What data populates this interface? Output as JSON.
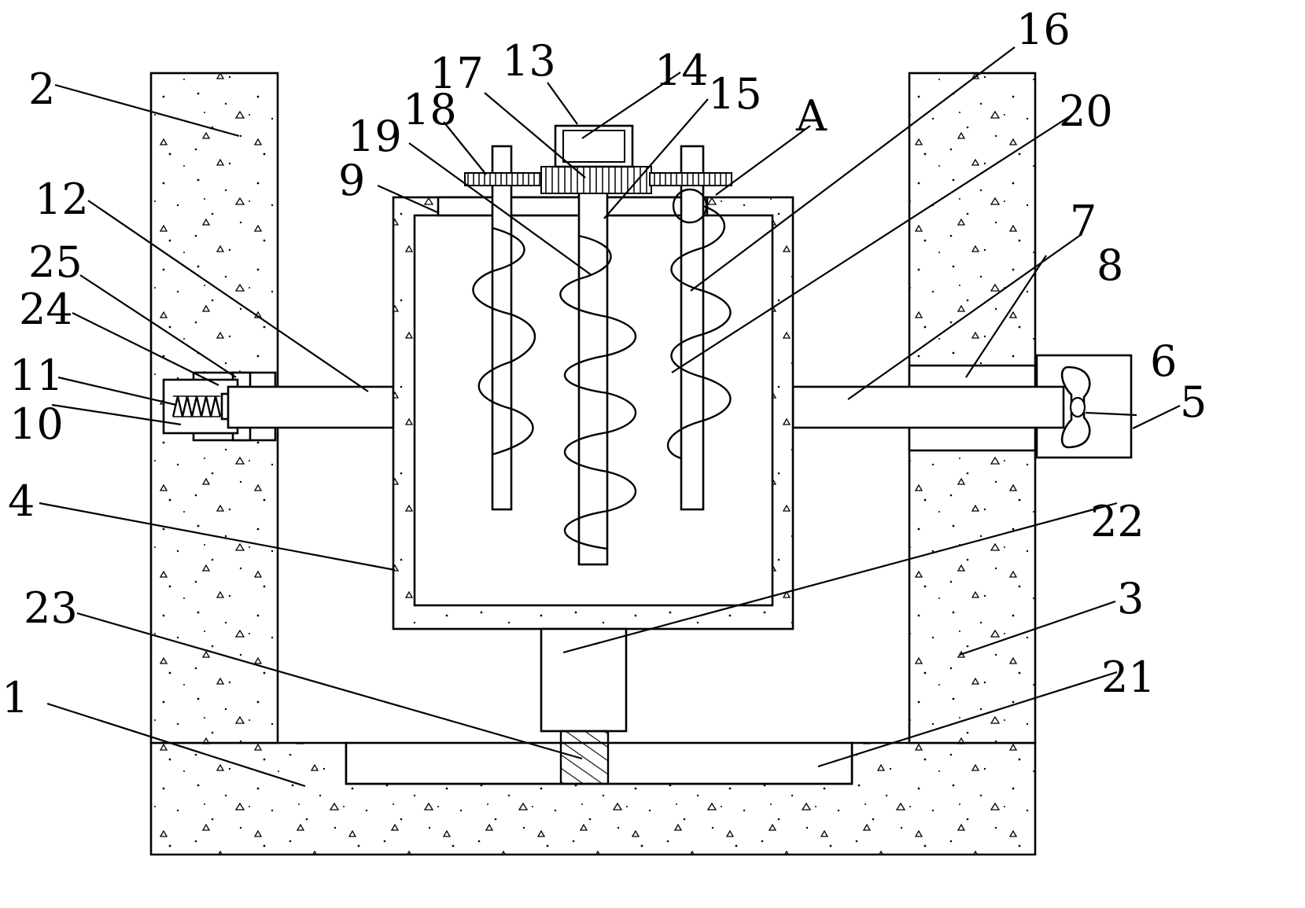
{
  "diagram": {
    "labels": [
      "1",
      "2",
      "3",
      "4",
      "5",
      "6",
      "7",
      "8",
      "9",
      "10",
      "11",
      "12",
      "13",
      "14",
      "15",
      "16",
      "17",
      "18",
      "19",
      "20",
      "21",
      "22",
      "23",
      "24",
      "25",
      "A"
    ]
  }
}
